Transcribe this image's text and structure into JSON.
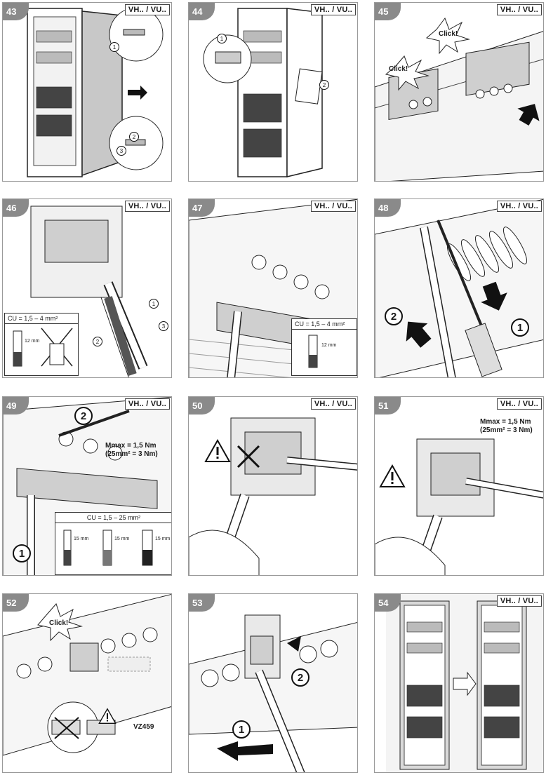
{
  "panels": [
    {
      "step": "43",
      "variant": "VH.. / VU..",
      "callouts": [
        "1",
        "2",
        "3"
      ]
    },
    {
      "step": "44",
      "variant": "VH.. / VU..",
      "callouts": [
        "1",
        "2"
      ]
    },
    {
      "step": "45",
      "variant": "VH.. / VU..",
      "clicks": [
        "Click!",
        "Click!"
      ]
    },
    {
      "step": "46",
      "variant": "VH.. / VU..",
      "cu_label": "CU = 1,5 – 4 mm²",
      "strip_length": "12 mm",
      "callouts": [
        "1",
        "2",
        "3"
      ]
    },
    {
      "step": "47",
      "variant": "VH.. / VU..",
      "cu_label": "CU = 1,5 – 4 mm²",
      "strip_length": "12 mm"
    },
    {
      "step": "48",
      "variant": "VH.. / VU..",
      "callouts": [
        "1",
        "2"
      ]
    },
    {
      "step": "49",
      "variant": "VH.. / VU..",
      "torque_line1": "Mmax = 1,5 Nm",
      "torque_line2": "(25mm² = 3 Nm)",
      "cu_label": "CU = 1,5 – 25 mm²",
      "strip_lengths": [
        "15 mm",
        "15 mm",
        "15 mm"
      ],
      "callouts": [
        "2",
        "1"
      ]
    },
    {
      "step": "50",
      "variant": "VH.. / VU.."
    },
    {
      "step": "51",
      "variant": "VH.. / VU..",
      "torque_line1": "Mmax = 1,5 Nm",
      "torque_line2": "(25mm² = 3 Nm)"
    },
    {
      "step": "52",
      "variant": "",
      "click": "Click!",
      "part_code": "VZ459"
    },
    {
      "step": "53",
      "variant": "",
      "callouts": [
        "2",
        "1"
      ]
    },
    {
      "step": "54",
      "variant": "VH.. / VU.."
    }
  ],
  "colors": {
    "step_badge": "#8a8a8a",
    "panel_border": "#9a9a9a",
    "line": "#222222",
    "shade": "#c8c8c8"
  },
  "icons": [
    "warning-icon",
    "click-burst-icon",
    "screwdriver-icon",
    "arrow-icon"
  ]
}
